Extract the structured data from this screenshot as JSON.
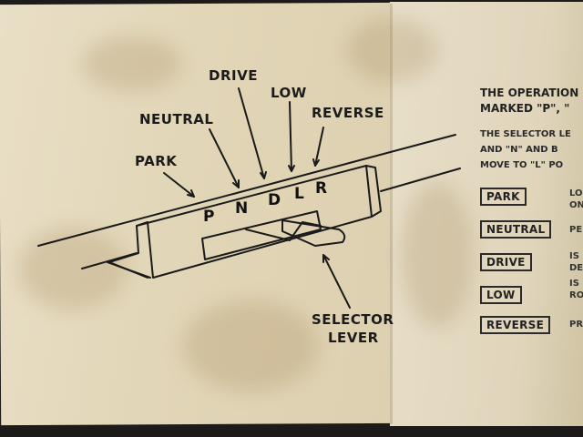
{
  "diagram": {
    "labels": {
      "drive": "DRIVE",
      "low": "LOW",
      "neutral": "NEUTRAL",
      "reverse": "REVERSE",
      "park": "PARK",
      "selector_line1": "SELECTOR",
      "selector_line2": "LEVER"
    },
    "letters": [
      "P",
      "N",
      "D",
      "L",
      "R"
    ]
  },
  "panel": {
    "heading_line1": "THE OPERATION",
    "heading_line2": "MARKED \"P\", \"",
    "note_line1": "THE SELECTOR LE",
    "note_line2": "AND \"N\" AND B",
    "note_line3": "MOVE TO \"L\" PO",
    "positions": [
      {
        "label": "PARK",
        "desc": [
          "LO",
          "ON"
        ]
      },
      {
        "label": "NEUTRAL",
        "desc": [
          "PE"
        ]
      },
      {
        "label": "DRIVE",
        "desc": [
          "IS",
          "DE"
        ]
      },
      {
        "label": "LOW",
        "desc": [
          "IS",
          "RO"
        ]
      },
      {
        "label": "REVERSE",
        "desc": [
          "PRO"
        ]
      }
    ]
  }
}
